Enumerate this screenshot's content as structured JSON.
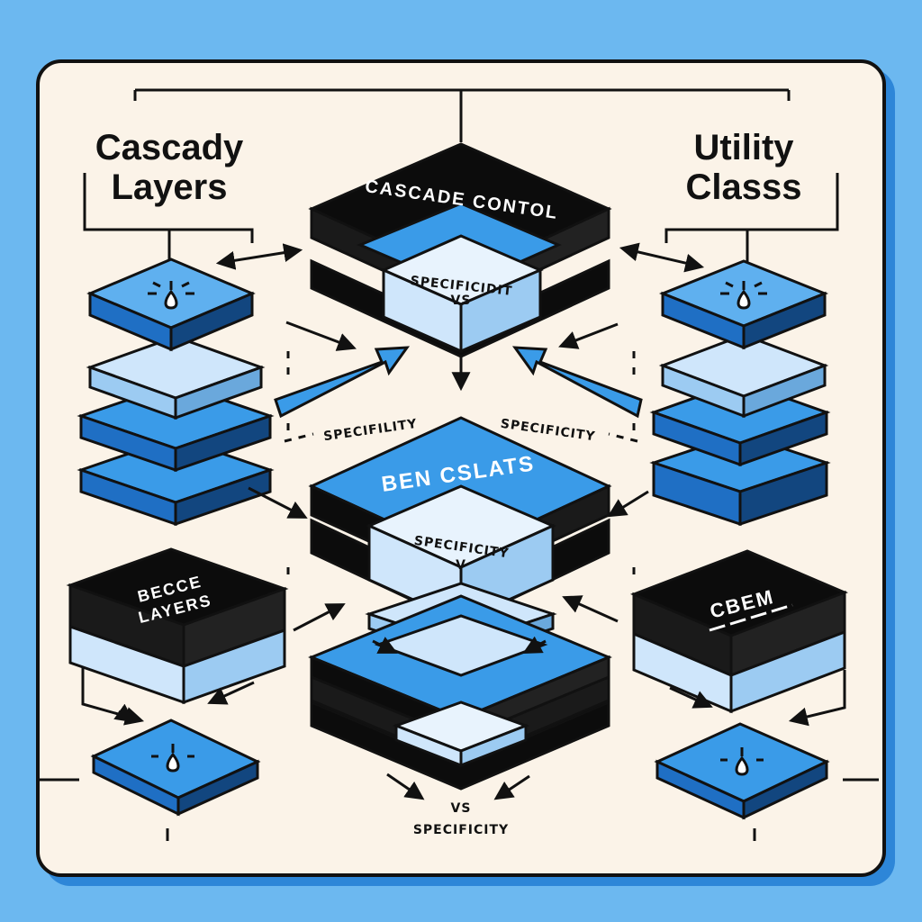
{
  "headings": {
    "left": [
      "Cascady",
      "Layers"
    ],
    "right": [
      "Utility",
      "Classs"
    ]
  },
  "slabs": {
    "top_center": "CASCADE CONTOL",
    "top_center_inner": [
      "SPECIFICIDIT",
      "VS"
    ],
    "middle_center": "BEN CSLATS",
    "middle_center_inner": [
      "SPECIFICITY",
      "V"
    ],
    "bottom_left": [
      "BECCE",
      "LAYERS"
    ],
    "bottom_right": "CBEM"
  },
  "labels": {
    "specificity_left": "SPECIFILITY",
    "specificity_right": "SPECIFICITY",
    "bottom_vs": "VS",
    "bottom_specificity": "SPECIFICITY"
  },
  "colors": {
    "background": "#6cb8f0",
    "panel": "#fbf3e8",
    "accent_blue": "#3a9be8",
    "light_blue": "#cfe6fb",
    "ink": "#111111"
  }
}
